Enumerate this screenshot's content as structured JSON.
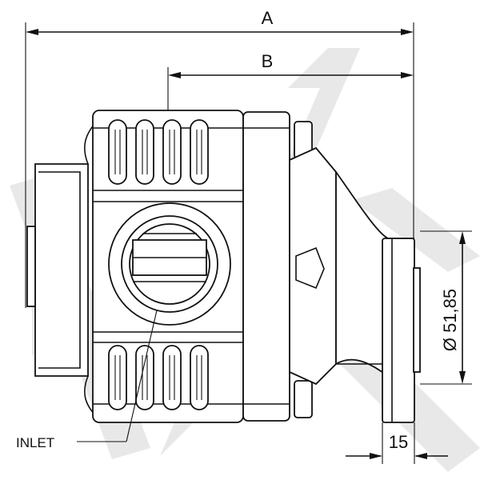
{
  "dimensions": {
    "overall_length": "A",
    "shaft_to_flange": "B",
    "flange_pilot_diameter": "Ø 51,85",
    "flange_thickness": "15"
  },
  "callouts": {
    "inlet": "INLET"
  },
  "colors": {
    "line": "#111111",
    "watermark": "#e6e6e6",
    "background": "#ffffff"
  }
}
